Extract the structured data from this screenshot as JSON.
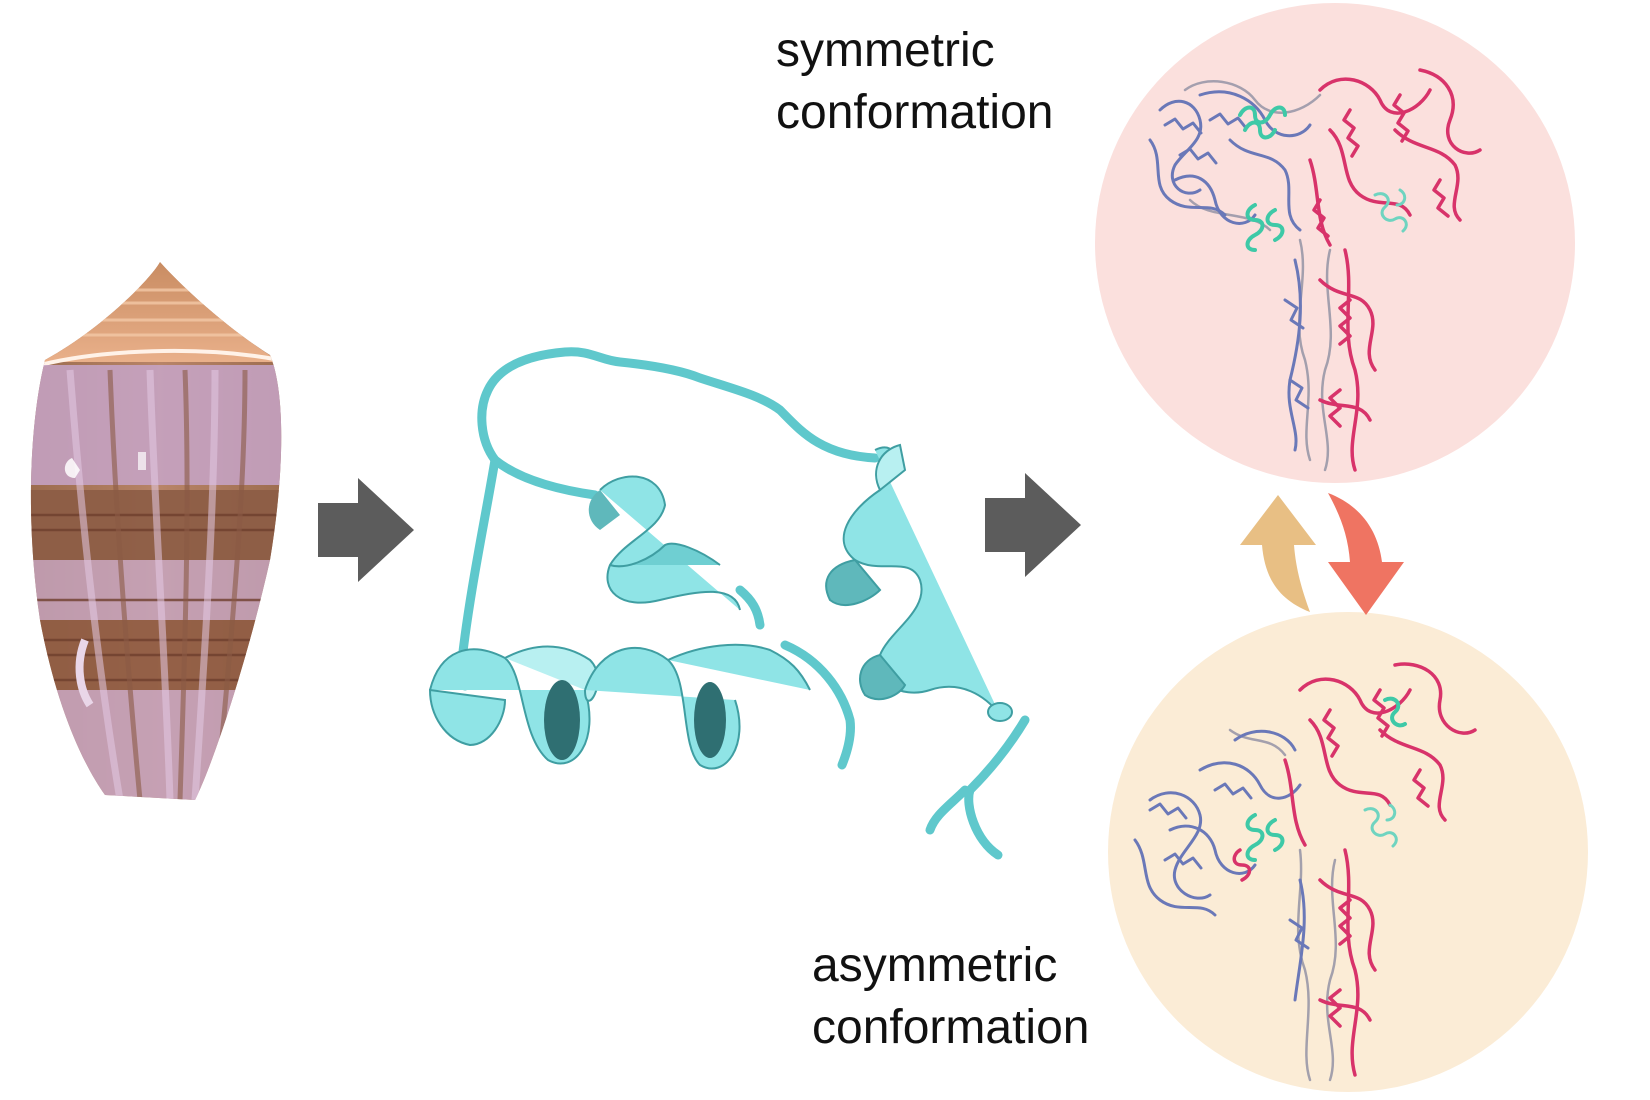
{
  "labels": {
    "symmetric": {
      "line1": "symmetric",
      "line2": "conformation"
    },
    "asymmetric": {
      "line1": "asymmetric",
      "line2": "conformation"
    }
  },
  "colors": {
    "shell_brown": "#a5714f",
    "shell_lilac": "#c9a8c7",
    "shell_apex": "#e0a678",
    "helix_cyan": "#8fe4e6",
    "helix_dark": "#3f9ea2",
    "arrow_gray": "#5c5c5c",
    "arrow_up": "#e8bf84",
    "arrow_down": "#ef7462",
    "circle_pink": "#fbe0dd",
    "circle_cream": "#fbecd6",
    "protein_red": "#d8336a",
    "protein_blue": "#6a78b8",
    "protein_teal": "#3ec9a7",
    "protein_gray": "#9a98a8"
  },
  "icons": [
    "cone-snail-shell-icon",
    "peptide-helix-icon",
    "right-arrow-icon",
    "cycle-arrows-icon"
  ]
}
